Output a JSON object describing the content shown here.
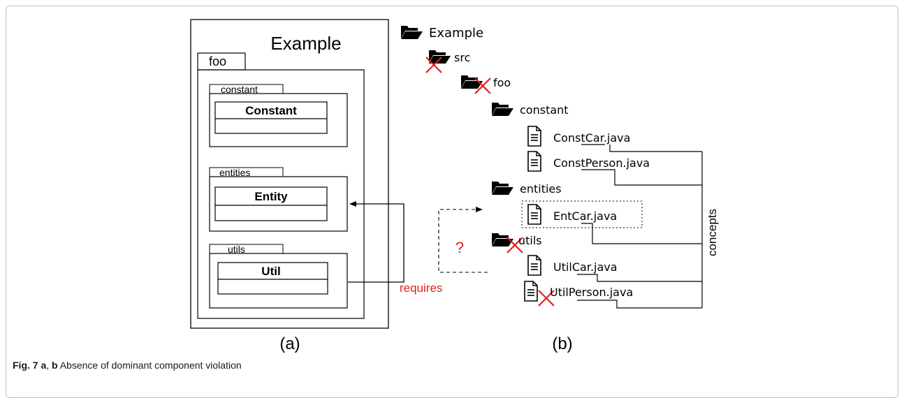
{
  "caption": {
    "prefix": "Fig. 7",
    "label_a": "a",
    "sep": ", ",
    "label_b": "b",
    "text": " Absence of dominant component violation"
  },
  "panel_a": {
    "title": "Example",
    "package_outer": "foo",
    "pkg_constant": "constant",
    "class_constant": "Constant",
    "pkg_entities": "entities",
    "class_entity": "Entity",
    "pkg_utils": "utils",
    "class_util": "Util",
    "requires_label": "requires",
    "sublabel": "(a)"
  },
  "panel_b": {
    "root": "Example",
    "src": "src",
    "foo": "foo",
    "constant": "constant",
    "file_constcar_pre": "Const",
    "file_constcar_concept": "Car",
    "file_constcar_post": ".java",
    "file_constperson_pre": "Const",
    "file_constperson_concept": "Person",
    "file_constperson_post": ".java",
    "entities": "entities",
    "file_entcar_pre": "Ent",
    "file_entcar_concept": "Car",
    "file_entcar_post": ".java",
    "utils": "utils",
    "file_utilcar_pre": "Util",
    "file_utilcar_concept": "Car",
    "file_utilcar_post": ".java",
    "file_utilperson_pre": "Util",
    "file_utilperson_concept": "Person",
    "file_utilperson_post": ".java",
    "question": "?",
    "concepts_label": "concepts",
    "sublabel": "(b)"
  },
  "colors": {
    "red": "#e02020",
    "ink": "#000000"
  }
}
